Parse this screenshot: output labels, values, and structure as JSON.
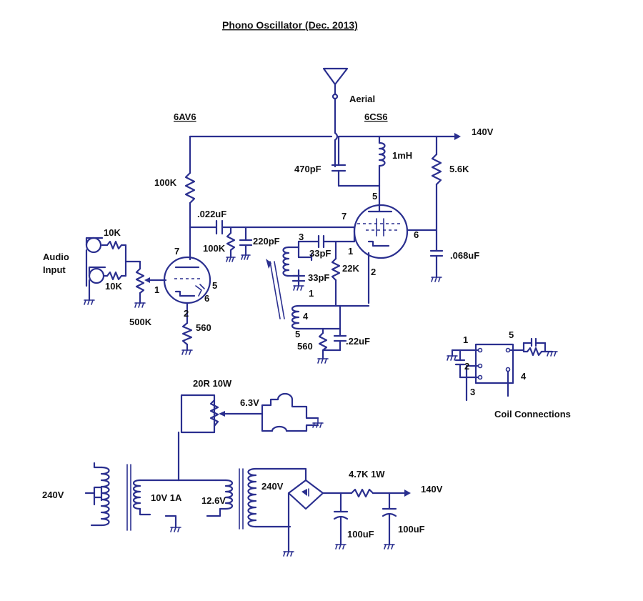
{
  "title": "Phono Oscillator  (Dec. 2013)",
  "tubes": {
    "left": "6AV6",
    "right": "6CS6"
  },
  "labels": {
    "aerial": "Aerial",
    "supply_top": "140V",
    "supply_psu": "140V",
    "audio_input_1": "Audio",
    "audio_input_2": "Input",
    "coil_connections": "Coil Connections"
  },
  "components": {
    "r_plate": "100K",
    "c_coupling": ".022uF",
    "r_grid": "100K",
    "c_grid": "220pF",
    "r_in1": "10K",
    "r_in2": "10K",
    "pot": "500K",
    "r_cath1": "560",
    "c_aerial": "470pF",
    "choke": "1mH",
    "r_screen": "5.6K",
    "c_screen": ".068uF",
    "c_osc1": "33pF",
    "c_osc2": "33pF",
    "r_osc": "22K",
    "r_cath2": "560",
    "c_cath2": ".22uF",
    "r_heater": "20R 10W",
    "v_heater": "6.3V",
    "mains": "240V",
    "t1_sec": "10V 1A",
    "t2_pri": "12.6V",
    "t2_sec": "240V",
    "r_filter": "4.7K 1W",
    "c_filter1": "100uF",
    "c_filter2": "100uF"
  },
  "pins": {
    "v1_7": "7",
    "v1_1": "1",
    "v1_2": "2",
    "v1_5": "5",
    "v1_6": "6",
    "v2_5": "5",
    "v2_7": "7",
    "v2_6": "6",
    "v2_1": "1",
    "v2_2": "2",
    "coil_3": "3",
    "coil_1": "1",
    "coil_4": "4",
    "coil_5": "5",
    "cc_1": "1",
    "cc_2": "2",
    "cc_3": "3",
    "cc_4": "4",
    "cc_5": "5"
  }
}
